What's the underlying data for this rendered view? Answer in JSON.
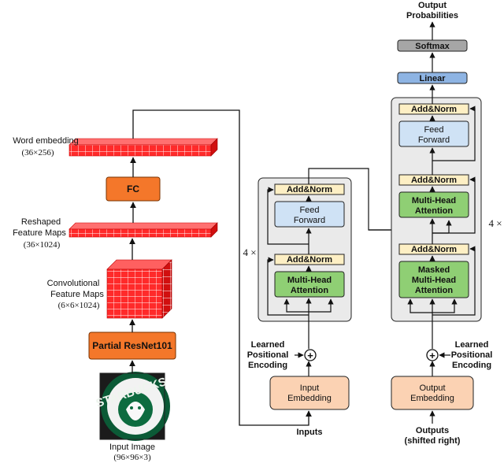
{
  "colors": {
    "orange": "#f4772a",
    "orange_dark": "#c2510f",
    "peach": "#fbd2b3",
    "green": "#8fcf74",
    "blue_light": "#cfe2f5",
    "blue": "#8eb4e3",
    "cream": "#fdefc4",
    "gray_box": "#eaeaea",
    "gray_softmax": "#a6a6a6",
    "red_grid": "#ff2a2a",
    "red_dark": "#d10f0f"
  },
  "left": {
    "word_embedding": "Word embedding",
    "word_embedding_dim": "(36×256)",
    "fc": "FC",
    "reshaped_1": "Reshaped",
    "reshaped_2": "Feature Maps",
    "reshaped_dim": "(36×1024)",
    "conv_1": "Convolutional",
    "conv_2": "Feature Maps",
    "conv_dim": "(6×6×1024)",
    "resnet": "Partial ResNet101",
    "input_image_1": "Input Image",
    "input_image_2": "(96×96×3)",
    "image_text": "STARBUCKS"
  },
  "encoder": {
    "repeat": "4 ×",
    "add_norm_top": "Add&Norm",
    "feed_1": "Feed",
    "feed_2": "Forward",
    "add_norm_bottom": "Add&Norm",
    "mha_1": "Multi-Head",
    "mha_2": "Attention",
    "pos_1": "Learned",
    "pos_2": "Positional",
    "pos_3": "Encoding",
    "plus": "+",
    "embed_1": "Input",
    "embed_2": "Embedding",
    "inputs": "Inputs"
  },
  "decoder": {
    "output_probs_1": "Output",
    "output_probs_2": "Probabilities",
    "softmax": "Softmax",
    "linear": "Linear",
    "repeat": "4 ×",
    "add_norm_1": "Add&Norm",
    "feed_1": "Feed",
    "feed_2": "Forward",
    "add_norm_2": "Add&Norm",
    "mha_1": "Multi-Head",
    "mha_2": "Attention",
    "add_norm_3": "Add&Norm",
    "masked_1": "Masked",
    "masked_2": "Multi-Head",
    "masked_3": "Attention",
    "pos_1": "Learned",
    "pos_2": "Positional",
    "pos_3": "Encoding",
    "plus": "+",
    "embed_1": "Output",
    "embed_2": "Embedding",
    "outputs_1": "Outputs",
    "outputs_2": "(shifted right)"
  }
}
